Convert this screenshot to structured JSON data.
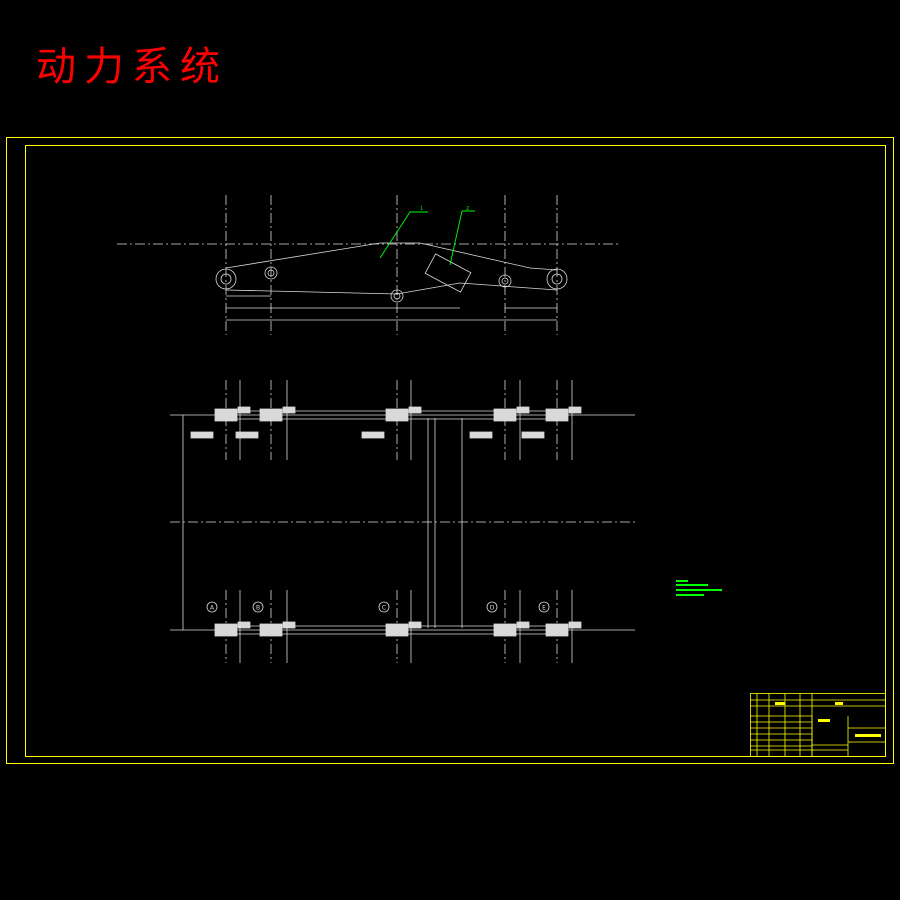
{
  "title": "动力系统",
  "colors": {
    "background": "#000000",
    "title": "#ff0000",
    "frame": "#ffff00",
    "drawing_lines": "#d9d9d9",
    "leader_lines": "#00ff00",
    "notes_text": "#00ff00"
  },
  "drawing": {
    "view_labels": [
      "A",
      "B",
      "C",
      "D",
      "E"
    ],
    "leaders": [
      "1",
      "2"
    ]
  }
}
